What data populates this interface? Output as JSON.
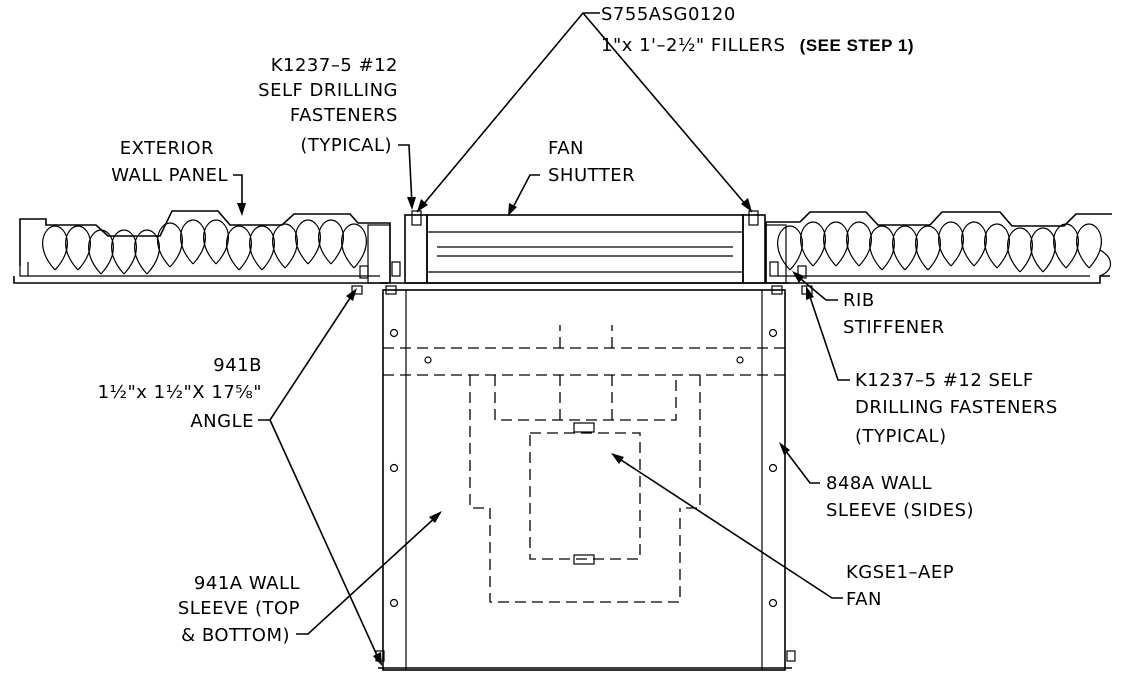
{
  "labels": {
    "fillers_part": "S755ASG0120",
    "fillers_desc": "1\"x 1'–2½\" FILLERS",
    "fillers_note": "(SEE STEP 1)",
    "fastener_top_1": "K1237–5 #12",
    "fastener_top_2": "SELF DRILLING",
    "fastener_top_3": "FASTENERS",
    "fastener_top_4": "(TYPICAL)",
    "exterior_1": "EXTERIOR",
    "exterior_2": "WALL PANEL",
    "shutter_1": "FAN",
    "shutter_2": "SHUTTER",
    "rib_1": "RIB",
    "rib_2": "STIFFENER",
    "angle_1": "941B",
    "angle_2": "1½\"x 1½\"X 17⅝\"",
    "angle_3": "ANGLE",
    "fastener_right_1": "K1237–5 #12 SELF",
    "fastener_right_2": "DRILLING FASTENERS",
    "fastener_right_3": "(TYPICAL)",
    "sleeve_sides_1": "848A WALL",
    "sleeve_sides_2": "SLEEVE (SIDES)",
    "sleeve_tb_1": "941A WALL",
    "sleeve_tb_2": "SLEEVE (TOP",
    "sleeve_tb_3": "& BOTTOM)",
    "fan_1": "KGSE1–AEP",
    "fan_2": "FAN"
  }
}
